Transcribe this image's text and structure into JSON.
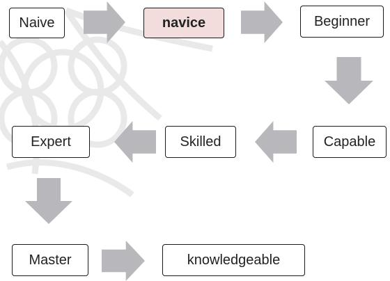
{
  "colors": {
    "arrow": "#b8b8bc",
    "box_border": "#1a1a1a",
    "box_fill": "#ffffff",
    "highlight_fill": "#f3dcdc",
    "text": "#222222",
    "watermark": "#e9e9e9"
  },
  "stages": {
    "naive": "Naive",
    "navice": "navice",
    "beginner": "Beginner",
    "capable": "Capable",
    "skilled": "Skilled",
    "expert": "Expert",
    "master": "Master",
    "knowledgeable": "knowledgeable"
  },
  "flow": [
    {
      "from": "naive",
      "to": "navice",
      "direction": "right"
    },
    {
      "from": "navice",
      "to": "beginner",
      "direction": "right"
    },
    {
      "from": "beginner",
      "to": "capable",
      "direction": "down"
    },
    {
      "from": "capable",
      "to": "skilled",
      "direction": "left"
    },
    {
      "from": "skilled",
      "to": "expert",
      "direction": "left"
    },
    {
      "from": "expert",
      "to": "master",
      "direction": "down"
    },
    {
      "from": "master",
      "to": "knowledgeable",
      "direction": "right"
    }
  ]
}
